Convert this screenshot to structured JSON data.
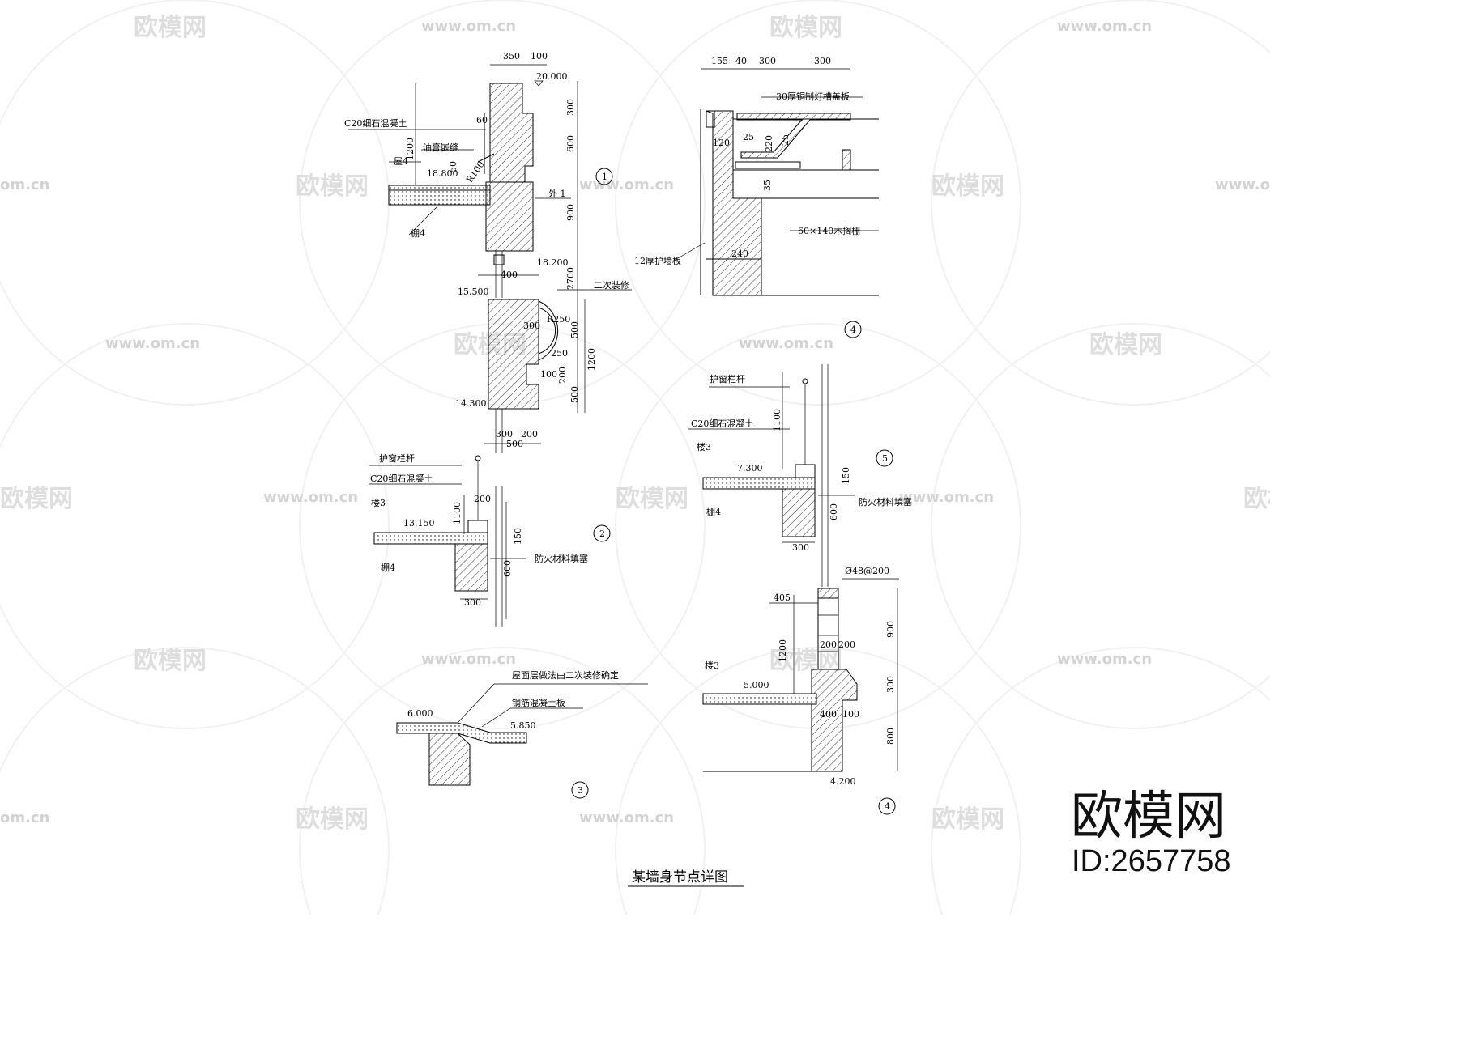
{
  "sheet": {
    "title": "某墙身节点详图",
    "brand": {
      "name": "欧模网",
      "id": "ID:2657758"
    },
    "watermark": {
      "site": "www.om.cn",
      "short": "om.cn",
      "cn": "欧模网"
    }
  },
  "detail1": {
    "tag": "1",
    "dims": [
      "350",
      "100",
      "300",
      "600",
      "900",
      "2700",
      "1200",
      "60",
      "50",
      "R100",
      "400",
      "R250",
      "300",
      "250",
      "200",
      "100",
      "500",
      "1200",
      "500",
      "300",
      "200",
      "500"
    ],
    "levels": [
      "20.000",
      "18.800",
      "18.200",
      "15.500",
      "14.300"
    ],
    "labels": [
      "C20细石混凝土",
      "油膏嵌缝",
      "屋4",
      "棚4",
      "外 1",
      "二次装修"
    ]
  },
  "detail2": {
    "tag": "2",
    "dims": [
      "200",
      "1100",
      "150",
      "600",
      "300"
    ],
    "levels": [
      "13.150"
    ],
    "labels": [
      "护窗栏杆",
      "C20细石混凝土",
      "楼3",
      "棚4",
      "防火材料填塞"
    ]
  },
  "detail3": {
    "tag": "3",
    "levels": [
      "6.000",
      "5.850"
    ],
    "labels": [
      "屋面层做法由二次装修确定",
      "钢筋混凝土板"
    ]
  },
  "detail4a": {
    "tag": "4",
    "dims": [
      "155",
      "40",
      "300",
      "300",
      "120",
      "25",
      "220",
      "25",
      "35",
      "240"
    ],
    "labels": [
      "30厚铜制灯槽盖板",
      "60×140木搁栅",
      "12厚护墙板"
    ]
  },
  "detail5": {
    "tag": "5",
    "dims": [
      "1100",
      "150",
      "600",
      "300"
    ],
    "levels": [
      "7.300"
    ],
    "labels": [
      "护窗栏杆",
      "C20细石混凝土",
      "楼3",
      "棚4",
      "防火材料填塞"
    ]
  },
  "detail4b": {
    "tag": "4",
    "dims": [
      "Ø48@200",
      "405",
      "1200",
      "200",
      "200",
      "900",
      "300",
      "400",
      "100",
      "800"
    ],
    "levels": [
      "5.000",
      "4.200"
    ],
    "labels": [
      "楼3"
    ]
  },
  "colors": {
    "line": "#000000",
    "watermark": "#b0b0b0",
    "background": "#ffffff"
  }
}
